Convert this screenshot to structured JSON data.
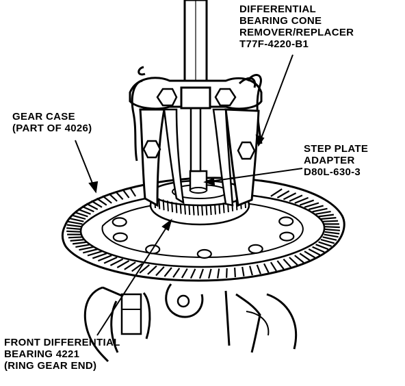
{
  "colors": {
    "ink": "#000000",
    "paper": "#ffffff",
    "shade": "#bdbdbd"
  },
  "labels": {
    "tool": {
      "lines": [
        "DIFFERENTIAL",
        "BEARING CONE",
        "REMOVER/REPLACER",
        "T77F-4220-B1"
      ]
    },
    "case": {
      "lines": [
        "GEAR CASE",
        "(PART OF 4026)"
      ]
    },
    "adapter": {
      "lines": [
        "STEP PLATE",
        "ADAPTER",
        "D80L-630-3"
      ]
    },
    "bearing": {
      "lines": [
        "FRONT DIFFERENTIAL",
        "BEARING 4221",
        "(RING GEAR END)"
      ]
    }
  }
}
